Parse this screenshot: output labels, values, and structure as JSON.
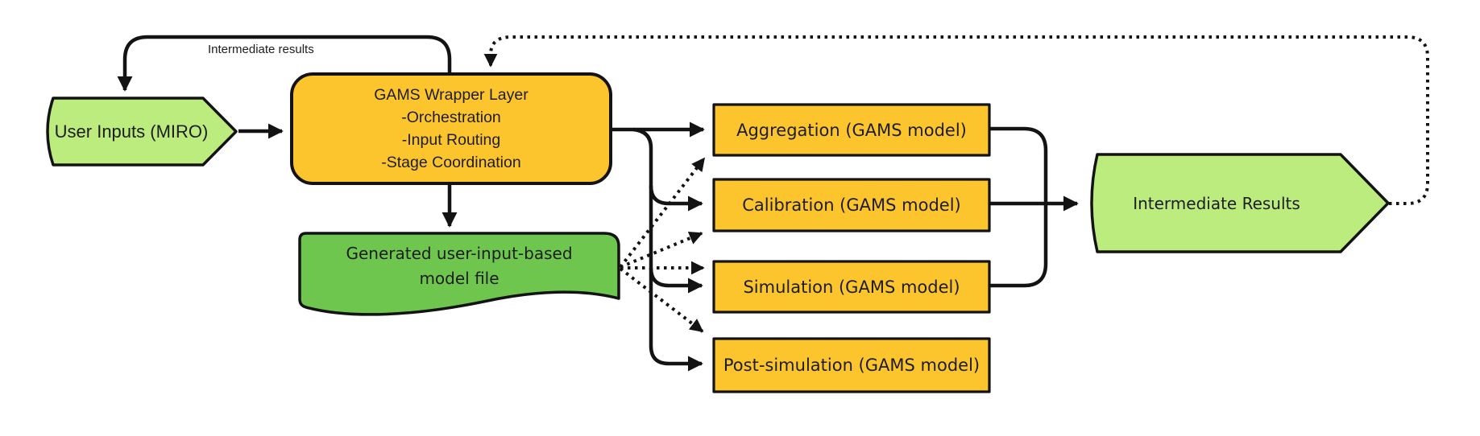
{
  "diagram": {
    "background": "#ffffff",
    "colors": {
      "yellow": "#FDC52D",
      "light_green": "#BCEC7D",
      "green": "#6FC64E",
      "line": "#131313",
      "text": "#1d1d1d"
    },
    "nodes": {
      "user_inputs": {
        "label": "User Inputs (MIRO)"
      },
      "wrapper": {
        "title": "GAMS Wrapper Layer",
        "lines": [
          "-Orchestration",
          "-Input Routing",
          "-Stage Coordination"
        ]
      },
      "model_file": {
        "line1": "Generated user-input-based",
        "line2": "model file"
      },
      "aggregation": {
        "label": "Aggregation (GAMS model)"
      },
      "calibration": {
        "label": "Calibration (GAMS model)"
      },
      "simulation": {
        "label": "Simulation (GAMS model)"
      },
      "post_simulation": {
        "label": "Post-simulation (GAMS model)"
      },
      "intermediate_results": {
        "label": "Intermediate Results"
      }
    },
    "edges": {
      "feedback_label": "Intermediate results"
    }
  }
}
